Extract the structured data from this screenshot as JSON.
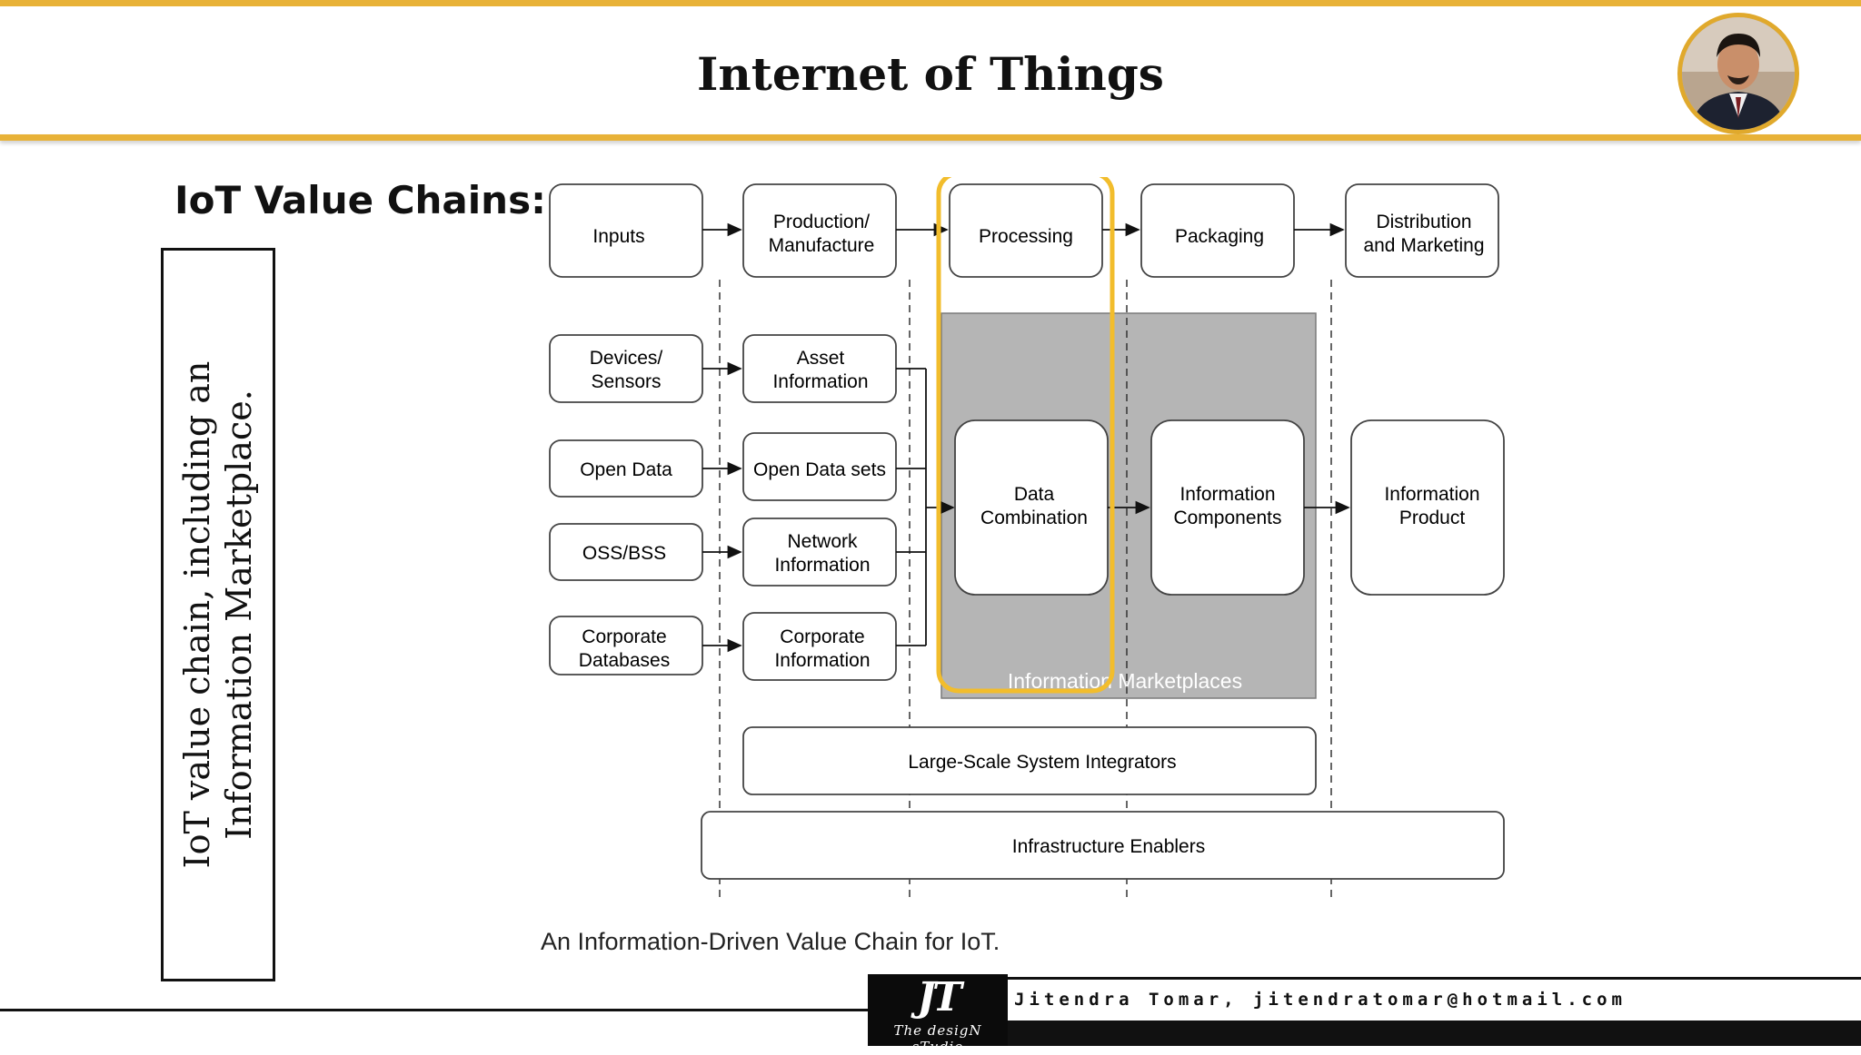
{
  "header": {
    "title": "Internet of Things",
    "accent_color": "#e8b238",
    "avatar_icon": "presenter-portrait-icon"
  },
  "subtitle": "IoT Value Chains:",
  "side_note": {
    "line1": "IoT value chain, including an",
    "line2": "Information Marketplace."
  },
  "diagram": {
    "stages": [
      {
        "line1": "Inputs",
        "line2": ""
      },
      {
        "line1": "Production/",
        "line2": "Manufacture"
      },
      {
        "line1": "Processing",
        "line2": ""
      },
      {
        "line1": "Packaging",
        "line2": ""
      },
      {
        "line1": "Distribution",
        "line2": "and Marketing"
      }
    ],
    "inputs": [
      {
        "line1": "Devices/",
        "line2": "Sensors"
      },
      {
        "line1": "Open Data",
        "line2": ""
      },
      {
        "line1": "OSS/BSS",
        "line2": ""
      },
      {
        "line1": "Corporate",
        "line2": "Databases"
      }
    ],
    "production": [
      {
        "line1": "Asset",
        "line2": "Information"
      },
      {
        "line1": "Open Data sets",
        "line2": ""
      },
      {
        "line1": "Network",
        "line2": "Information"
      },
      {
        "line1": "Corporate",
        "line2": "Information"
      }
    ],
    "data_combination": {
      "line1": "Data",
      "line2": "Combination"
    },
    "information_components": {
      "line1": "Information",
      "line2": "Components"
    },
    "information_product": {
      "line1": "Information",
      "line2": "Product"
    },
    "marketplace_label": "Information Marketplaces",
    "system_integrators": "Large-Scale System Integrators",
    "infrastructure_enablers": "Infrastructure Enablers",
    "highlight_color": "#f2bd2c",
    "marketplace_color": "#b5b5b5"
  },
  "caption": "An Information-Driven Value Chain for IoT.",
  "footer": {
    "logo_mark": "JT",
    "logo_sub": "The desigN sTudio",
    "credit": "Jitendra Tomar, jitendratomar@hotmail.com"
  }
}
